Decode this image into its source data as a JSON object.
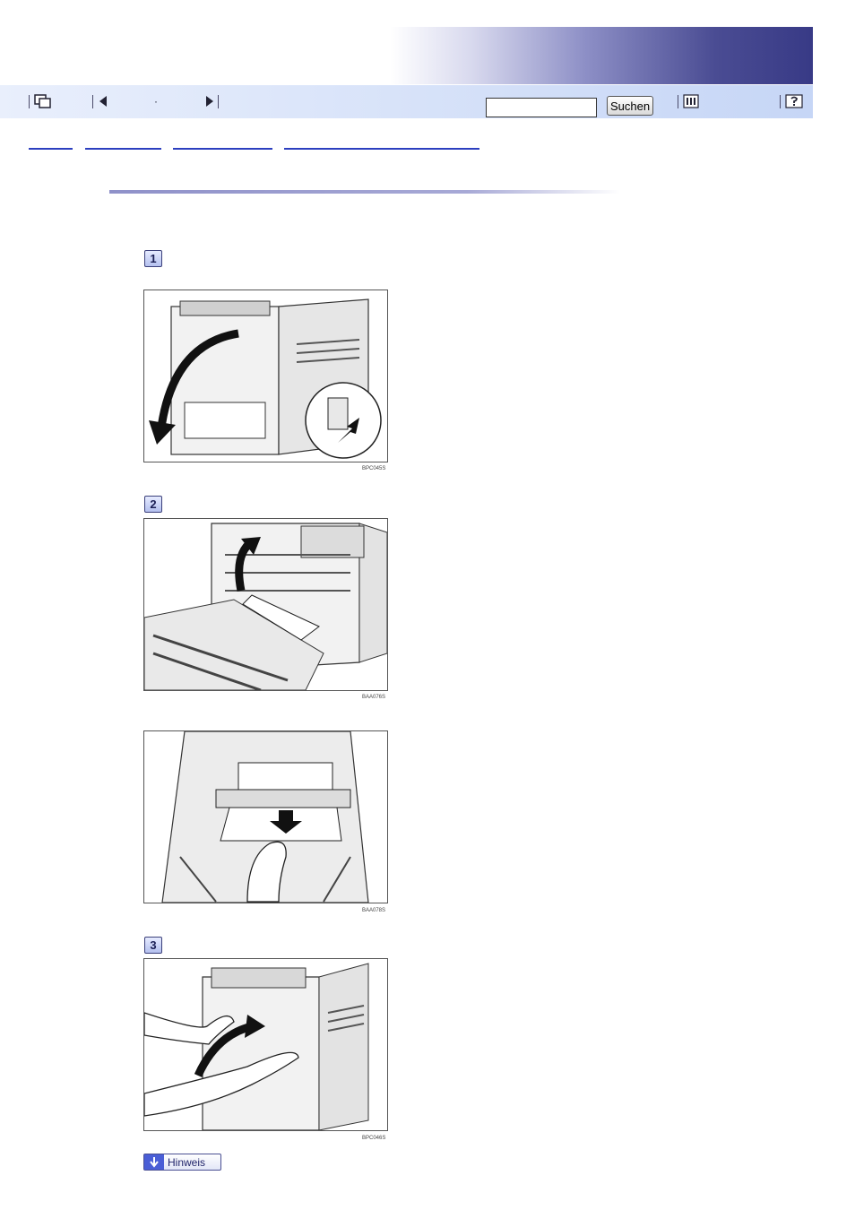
{
  "toolbar": {
    "icons": [
      "copy-window-icon",
      "first-page-icon",
      "page-dot-icon",
      "last-page-icon",
      "index-icon",
      "help-icon"
    ],
    "page_dot": "·",
    "search": {
      "value": "",
      "button_label": "Suchen"
    }
  },
  "steps": [
    "1",
    "2",
    "3"
  ],
  "figures": [
    "BPC045S",
    "BAA076S",
    "BAA078S",
    "BPC046S"
  ],
  "hinweis_label": "Hinweis",
  "colors": {
    "accent": "#383a86",
    "toolbar": "#c6d6f6",
    "link": "#2c3fbf",
    "note_arrow": "#4a5ed6"
  }
}
